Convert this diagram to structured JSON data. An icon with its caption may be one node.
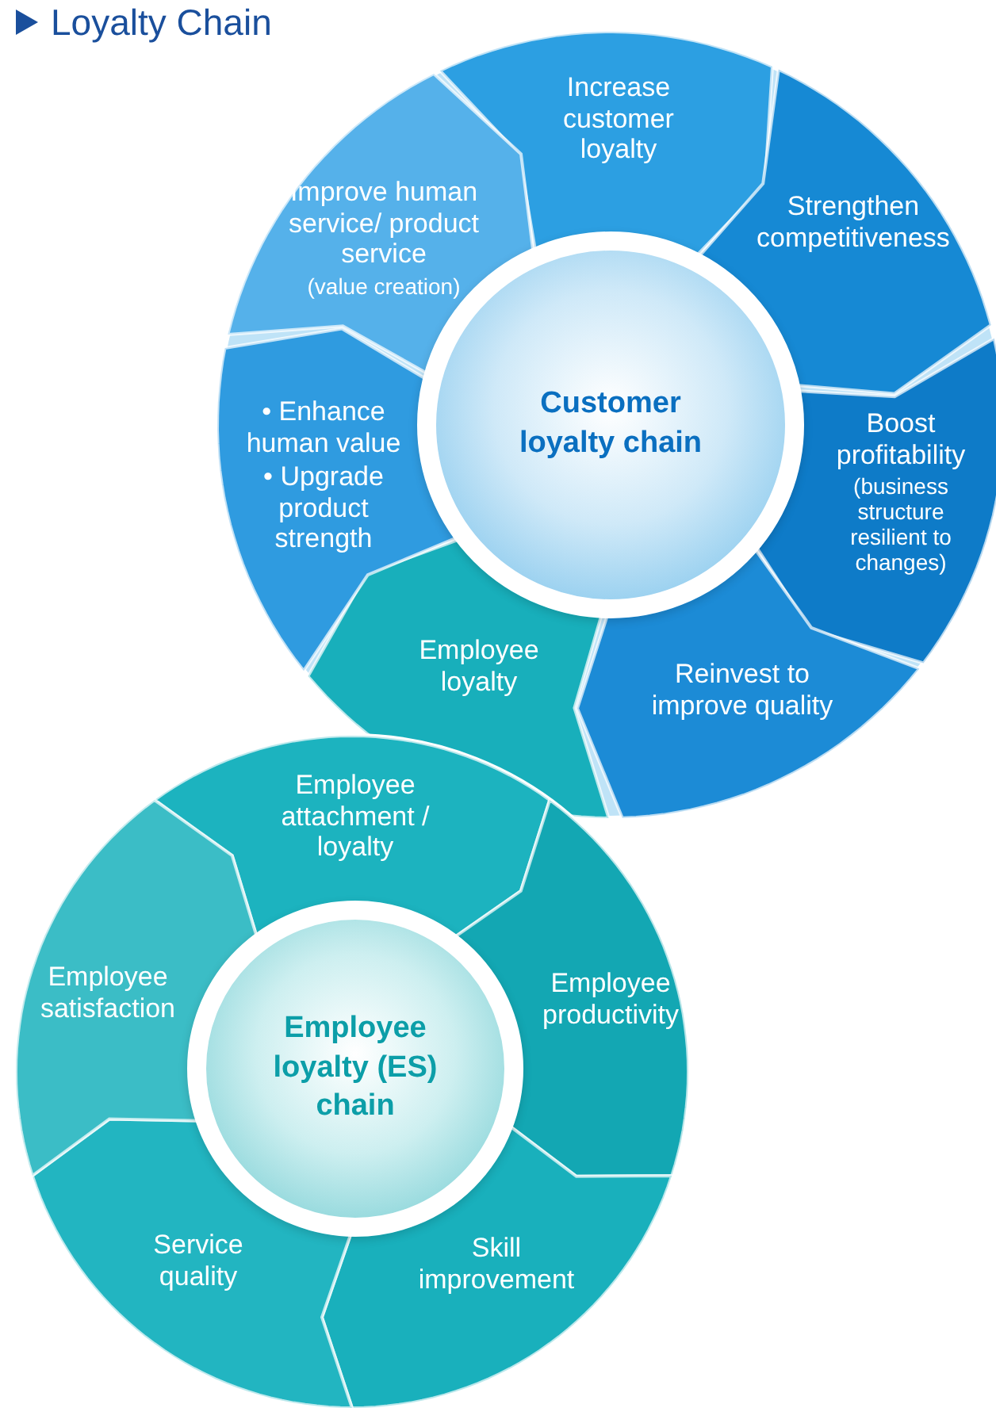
{
  "diagram": {
    "title": "Loyalty Chain",
    "nodes": [
      {
        "text": [
          "Customer loyalty chain"
        ]
      },
      {
        "text": [
          "Increase customer loyalty"
        ]
      },
      {
        "text": [
          "Strengthen competitiveness"
        ]
      },
      {
        "text": [
          "Boost profitability",
          "(business structure resilient to changes)"
        ]
      },
      {
        "text": [
          "Reinvest to improve quality"
        ]
      },
      {
        "text": [
          "Employee loyalty"
        ]
      },
      {
        "text": [
          "• Enhance human value",
          "• Upgrade product strength"
        ]
      },
      {
        "text": [
          "Improve human service/ product service",
          "(value creation)"
        ]
      },
      {
        "text": [
          "Employee loyalty (ES) chain"
        ]
      },
      {
        "text": [
          "Employee attachment / loyalty"
        ]
      },
      {
        "text": [
          "Employee productivity"
        ]
      },
      {
        "text": [
          "Skill improvement"
        ]
      },
      {
        "text": [
          "Service quality"
        ]
      },
      {
        "text": [
          "Employee satisfaction"
        ]
      }
    ]
  }
}
